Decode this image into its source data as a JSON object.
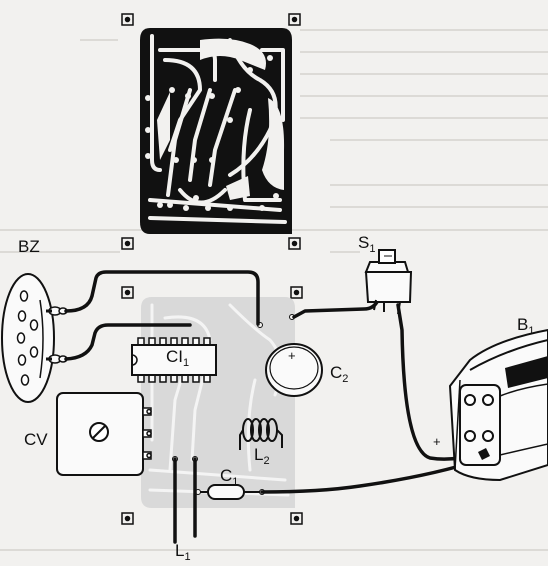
{
  "labels": {
    "buzzer": "BZ",
    "switch": "S",
    "switch_sub": "1",
    "ic": "CI",
    "ic_sub": "1",
    "cap2": "C",
    "cap2_sub": "2",
    "trimmer": "CV",
    "coil2": "L",
    "coil2_sub": "2",
    "cap1": "C",
    "cap1_sub": "1",
    "battery": "B",
    "battery_sub": "1",
    "leads": "L",
    "leads_sub": "1",
    "plus_cap": "+",
    "plus_batt": "+"
  },
  "colors": {
    "ink": "#111111",
    "board": "#d9d9d9",
    "paper": "#f2f1ef",
    "trace_ghost": "#f4f4f4"
  }
}
